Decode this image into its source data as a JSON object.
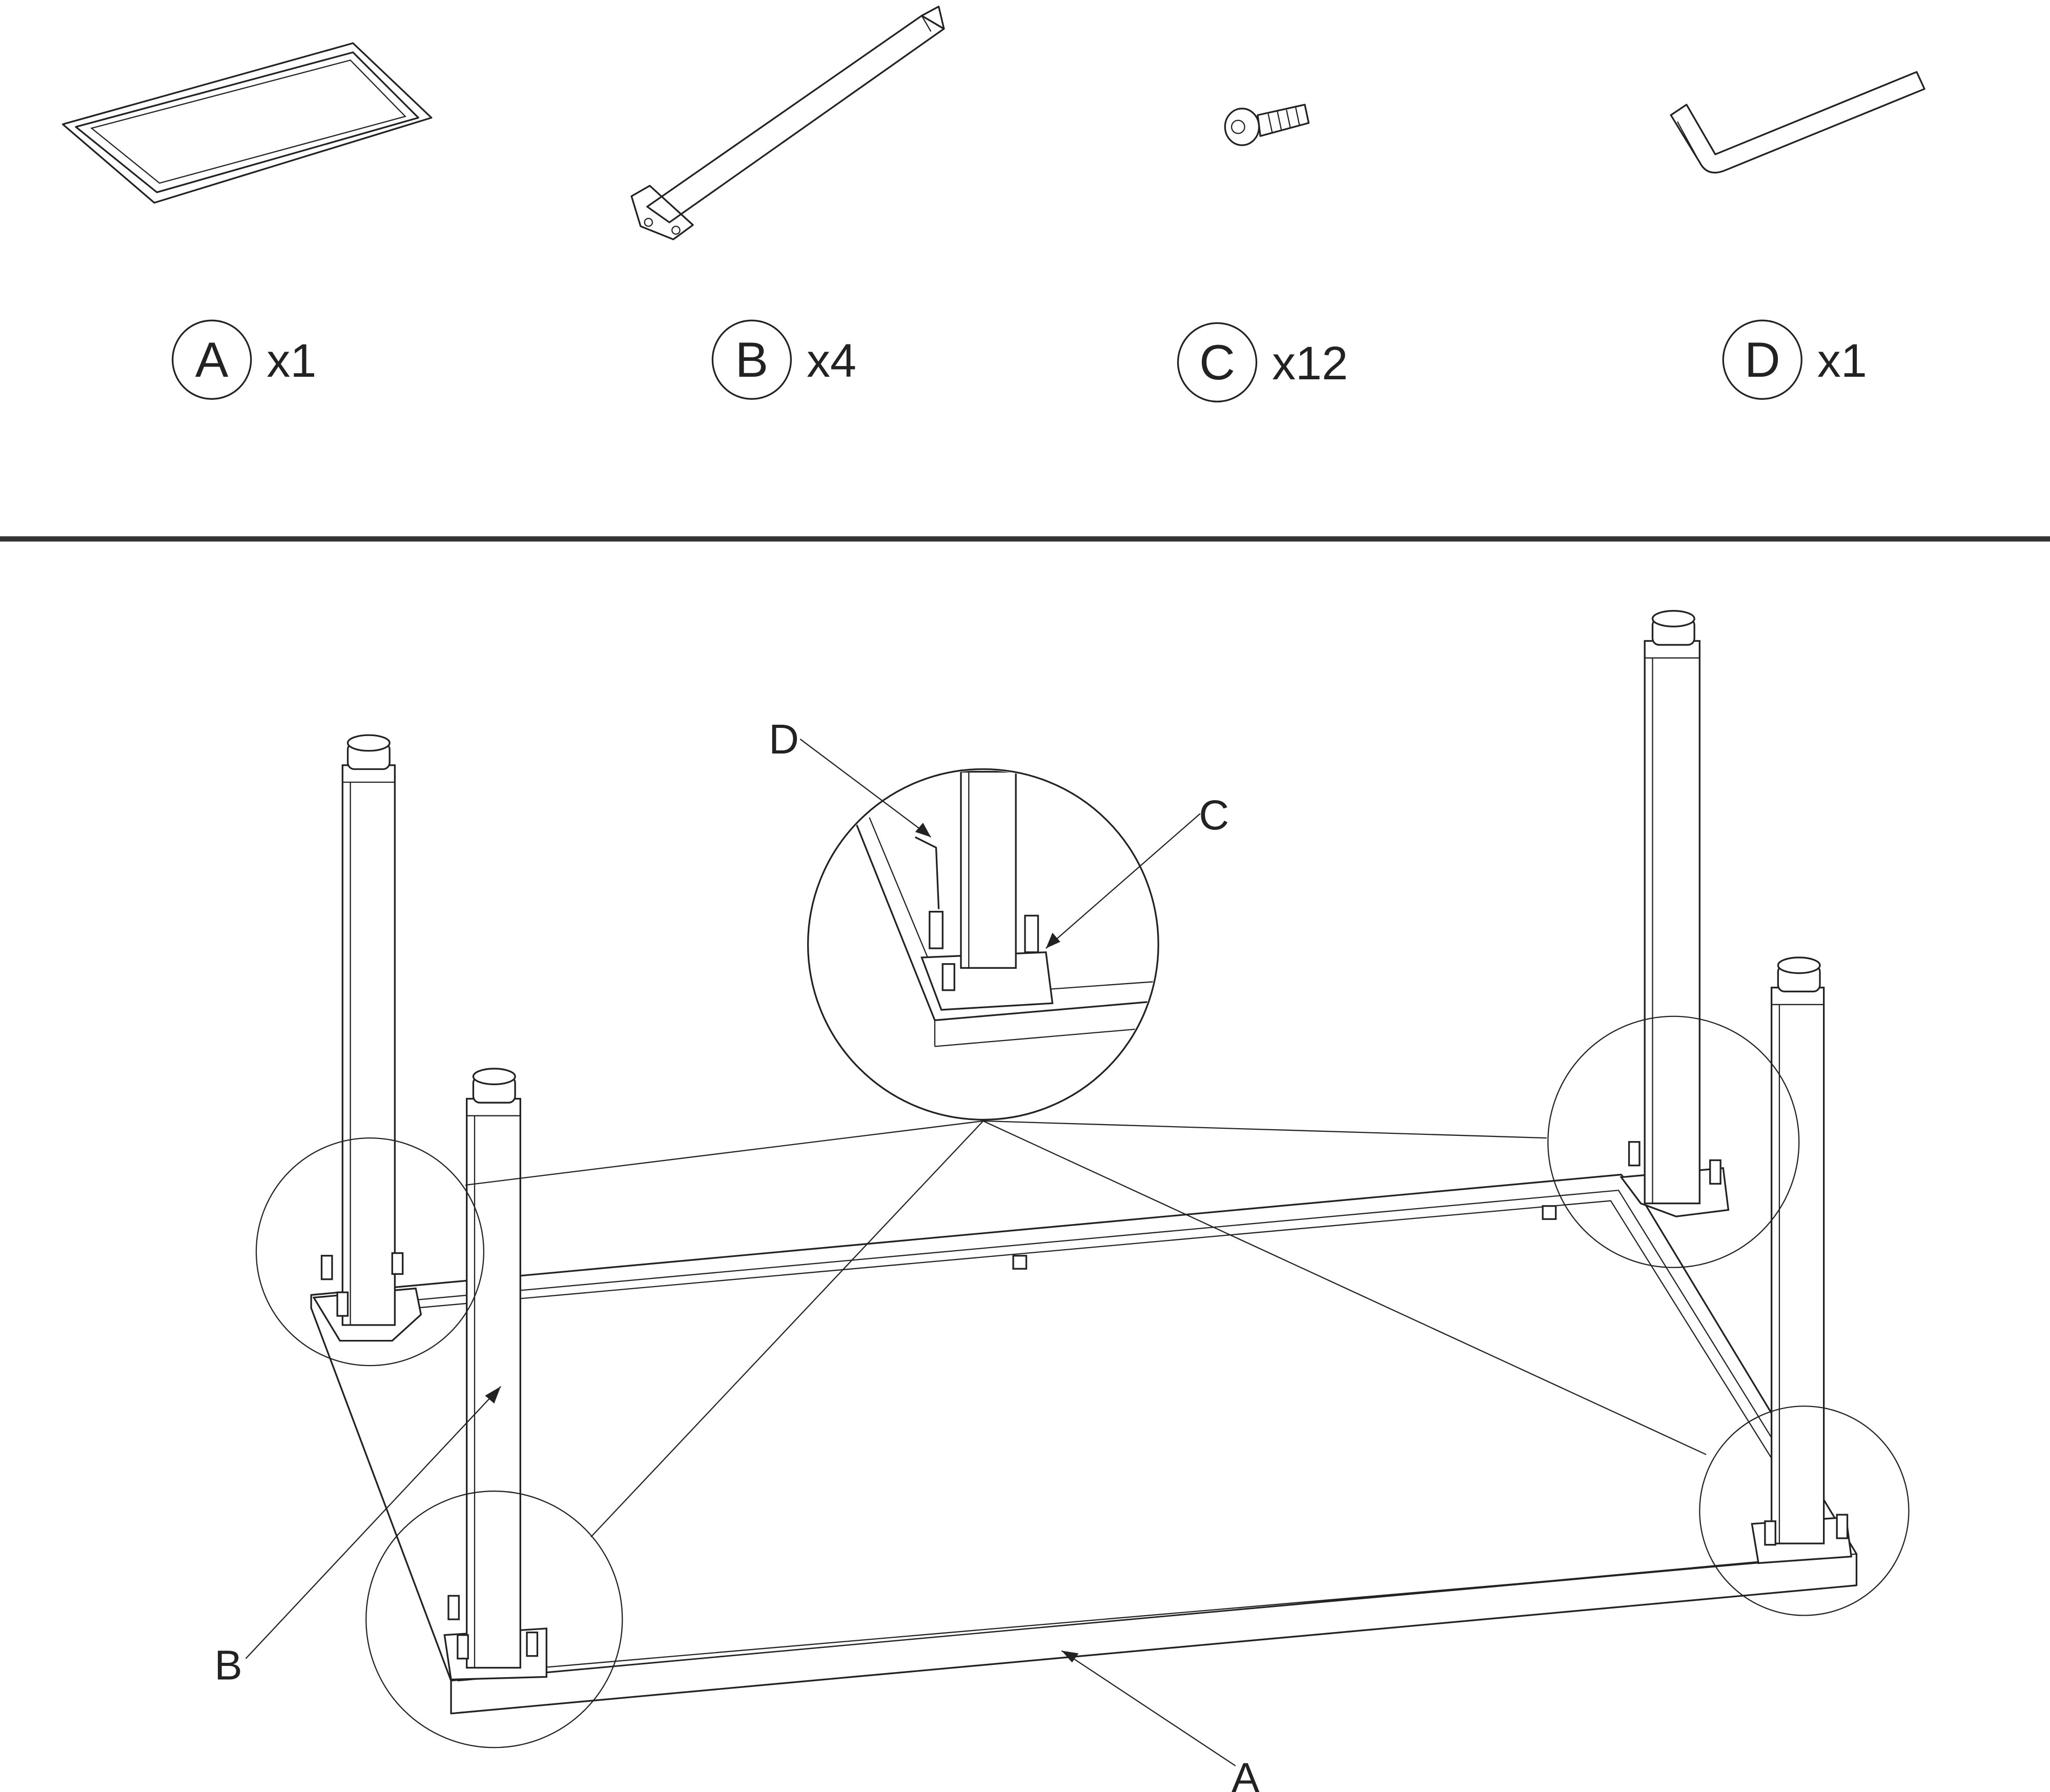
{
  "parts": [
    {
      "letter": "A",
      "qty": "x1",
      "icon": "table-frame"
    },
    {
      "letter": "B",
      "qty": "x4",
      "icon": "leg"
    },
    {
      "letter": "C",
      "qty": "x12",
      "icon": "screw"
    },
    {
      "letter": "D",
      "qty": "x1",
      "icon": "hex-key"
    }
  ],
  "callouts": {
    "a": "A",
    "b": "B",
    "c": "C",
    "d": "D"
  },
  "colors": {
    "line": "#222222",
    "divider": "#333333"
  }
}
